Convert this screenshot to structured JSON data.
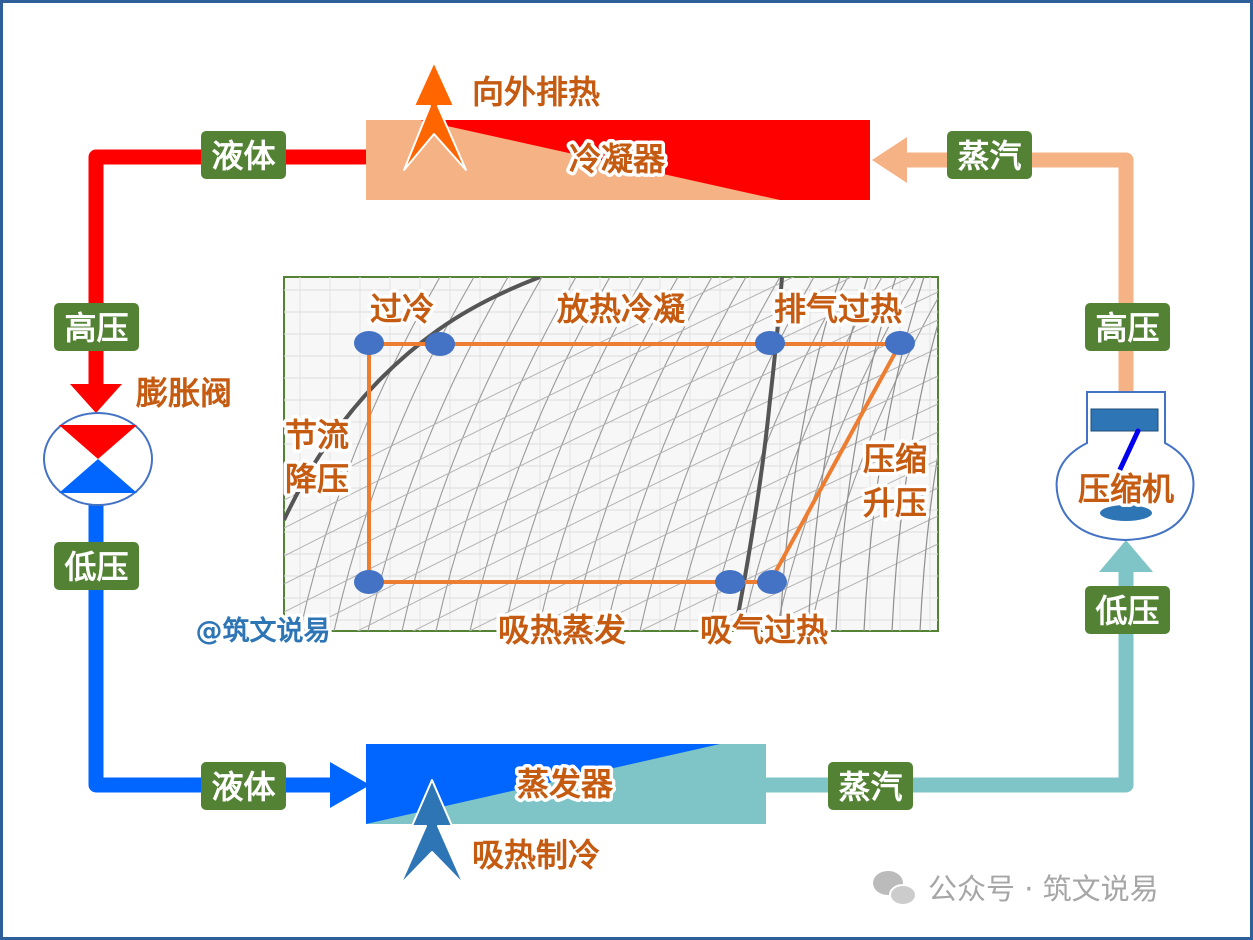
{
  "colors": {
    "high_liquid": "#ff0000",
    "low_liquid": "#0066ff",
    "high_vapor": "#f5b285",
    "low_vapor": "#7fc4c6",
    "label_bg": "#548235",
    "accent_text": "#c55a11",
    "cycle_line": "#ed7d31",
    "state_point": "#4472c4",
    "heat_out_arrow": "#ff6600",
    "heat_in_arrow": "#2e75b6"
  },
  "labels": {
    "liquid_top": "液体",
    "liquid_bottom": "液体",
    "vapor_top": "蒸汽",
    "vapor_bottom": "蒸汽",
    "high_pressure_left": "高压",
    "high_pressure_right": "高压",
    "low_pressure_left": "低压",
    "low_pressure_right": "低压"
  },
  "components": {
    "condenser": "冷凝器",
    "evaporator": "蒸发器",
    "compressor": "压缩机",
    "expansion_valve": "膨胀阀"
  },
  "heat": {
    "out": "向外排热",
    "in": "吸热制冷"
  },
  "ph_diagram": {
    "subcooling": "过冷",
    "condensation": "放热冷凝",
    "discharge_superheat": "排气过热",
    "throttling_line1": "节流",
    "throttling_line2": "降压",
    "compression_line1": "压缩",
    "compression_line2": "升压",
    "evaporation": "吸热蒸发",
    "suction_superheat": "吸气过热"
  },
  "credit": "@筑文说易",
  "watermark": "公众号 · 筑文说易"
}
